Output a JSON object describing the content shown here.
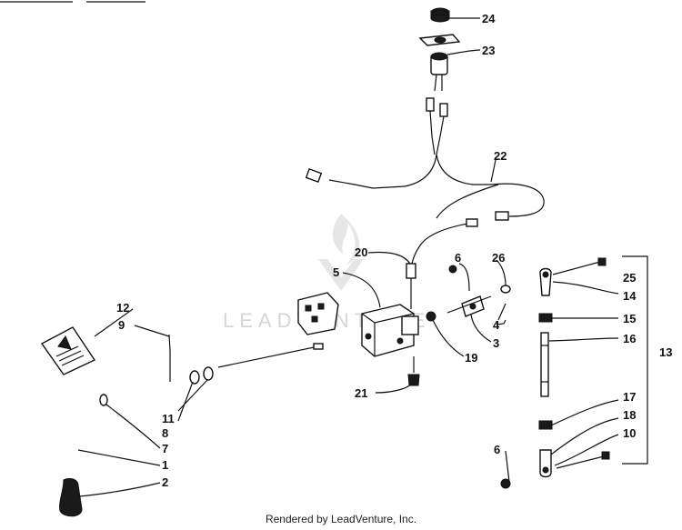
{
  "callouts": [
    {
      "id": "c1",
      "text": "1"
    },
    {
      "id": "c2",
      "text": "2"
    },
    {
      "id": "c3",
      "text": "3"
    },
    {
      "id": "c4",
      "text": "4"
    },
    {
      "id": "c5",
      "text": "5"
    },
    {
      "id": "c6a",
      "text": "6"
    },
    {
      "id": "c6b",
      "text": "6"
    },
    {
      "id": "c7",
      "text": "7"
    },
    {
      "id": "c8",
      "text": "8"
    },
    {
      "id": "c9",
      "text": "9"
    },
    {
      "id": "c10",
      "text": "10"
    },
    {
      "id": "c11",
      "text": "11"
    },
    {
      "id": "c12",
      "text": "12"
    },
    {
      "id": "c13",
      "text": "13"
    },
    {
      "id": "c14",
      "text": "14"
    },
    {
      "id": "c15",
      "text": "15"
    },
    {
      "id": "c16",
      "text": "16"
    },
    {
      "id": "c17",
      "text": "17"
    },
    {
      "id": "c18",
      "text": "18"
    },
    {
      "id": "c19",
      "text": "19"
    },
    {
      "id": "c20",
      "text": "20"
    },
    {
      "id": "c21",
      "text": "21"
    },
    {
      "id": "c22",
      "text": "22"
    },
    {
      "id": "c23",
      "text": "23"
    },
    {
      "id": "c24",
      "text": "24"
    },
    {
      "id": "c25",
      "text": "25"
    },
    {
      "id": "c26",
      "text": "26"
    }
  ],
  "watermark": "LEADVENTURE",
  "footer": "Rendered by LeadVenture, Inc."
}
